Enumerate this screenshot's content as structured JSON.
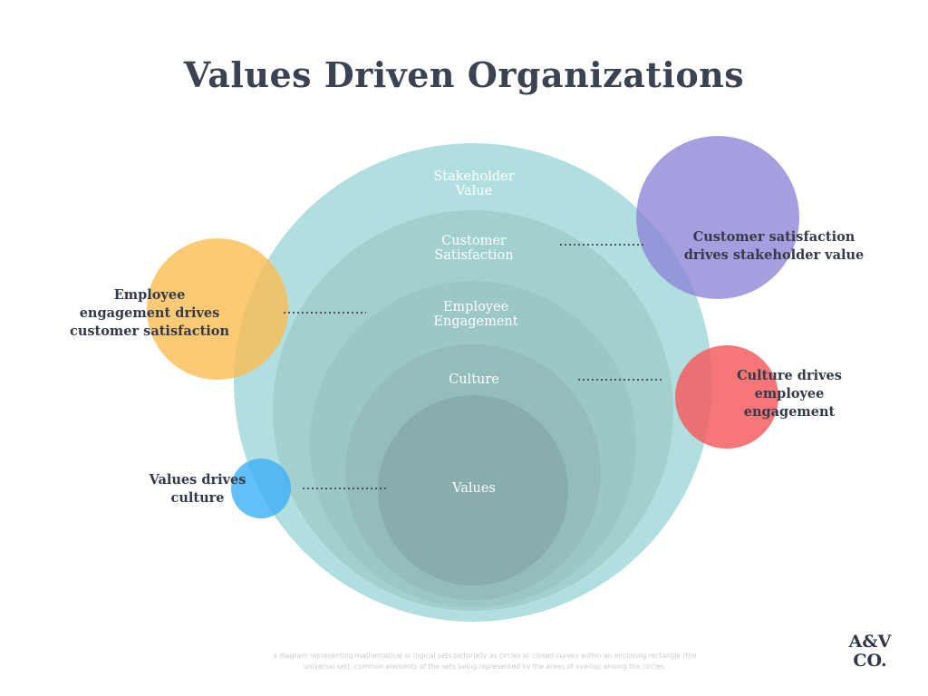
{
  "title": "Values Driven Organizations",
  "rings": {
    "stakeholder_value": "Stakeholder\nValue",
    "customer_satisfaction": "Customer\nSatisfaction",
    "employee_engagement": "Employee\nEngagement",
    "culture": "Culture",
    "values": "Values"
  },
  "callouts": {
    "customer_satisfaction": "Customer satisfaction\ndrives stakeholder value",
    "employee_engagement": "Employee\nengagement drives\ncustomer satisfaction",
    "culture": "Culture drives\nemployee\nengagement",
    "values": "Values drives\nculture"
  },
  "logo": "A&V\nCO.",
  "caption": "a diagram representing mathematical or logical sets pictorially as circles or closed curves within an enclosing rectangle (the universal set), common elements of the sets being represented by the areas of overlap among the circles.",
  "colors": {
    "outer_ring": "#b1dfdf",
    "purple_circle": "#8c84d6",
    "orange_circle": "#fbbd55",
    "red_circle": "#f65f62",
    "blue_circle": "#3fb1f5",
    "text_dark": "#333a48"
  }
}
